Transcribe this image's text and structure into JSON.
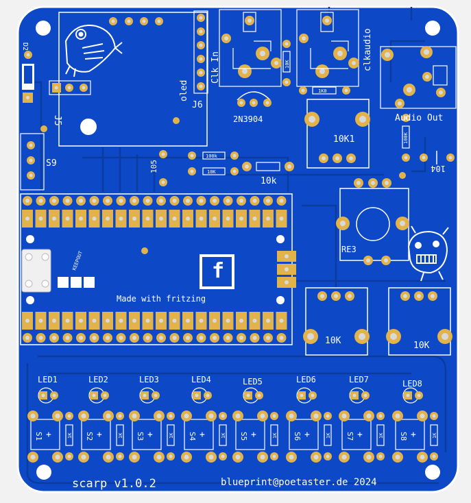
{
  "board": {
    "title": "scarp v1.0.2",
    "credit": "blueprint@poetaster.de 2024",
    "fritzing_caption": "Made with fritzing",
    "fritzing_logo_letter": "f",
    "keepout": "KEEPOUT",
    "colors": {
      "background": "#f2f2f2",
      "board": "#0d49c6",
      "board_edge": "#ffffff",
      "trace": "#0a3b9e",
      "pad": "#e1b34a",
      "pad_hole": "#d9d9d9",
      "silkscreen": "#ffffff"
    }
  },
  "labels": {
    "d2": "D2",
    "j5": "J5",
    "s9": "S9",
    "oled": "oled",
    "j6": "J6",
    "clkin": "Clk In",
    "clkaudio": "clkaudio",
    "transistor": "2N3904",
    "pot_10k1": "10K1",
    "audio_out": "Audio Out",
    "r_100k": "100K",
    "r_10k_vert": "10K",
    "r_1k_small": "1K0",
    "r_1m_a": "100k",
    "r_1m_b": "10K",
    "r_10k_big": "10k",
    "c_105": "105",
    "c_104": "104",
    "rotary": "RE3",
    "pot_left": "10K",
    "pot_right": "10K",
    "led_res": "1K"
  },
  "leds": [
    "LED1",
    "LED2",
    "LED3",
    "LED4",
    "LED5",
    "LED6",
    "LED7",
    "LED8"
  ],
  "switches": [
    "S1",
    "S2",
    "S3",
    "S4",
    "S5",
    "S6",
    "S7",
    "S8"
  ]
}
